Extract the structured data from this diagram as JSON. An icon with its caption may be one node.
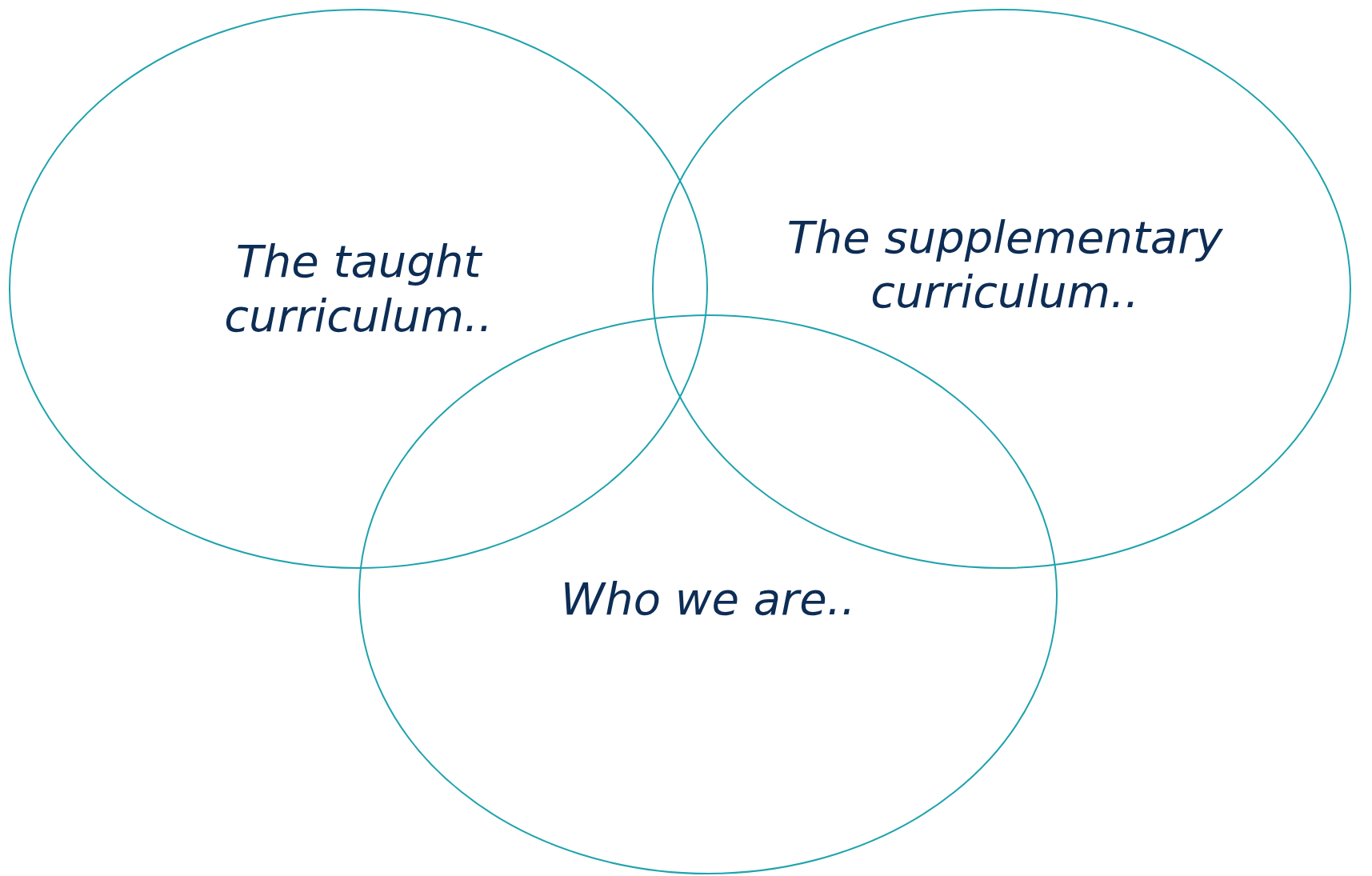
{
  "diagram": {
    "nodes": [
      {
        "text": [
          "The taught curriculum.."
        ]
      },
      {
        "text": [
          "The supplementary curriculum.."
        ]
      },
      {
        "text": [
          "Who we are.."
        ]
      }
    ]
  }
}
